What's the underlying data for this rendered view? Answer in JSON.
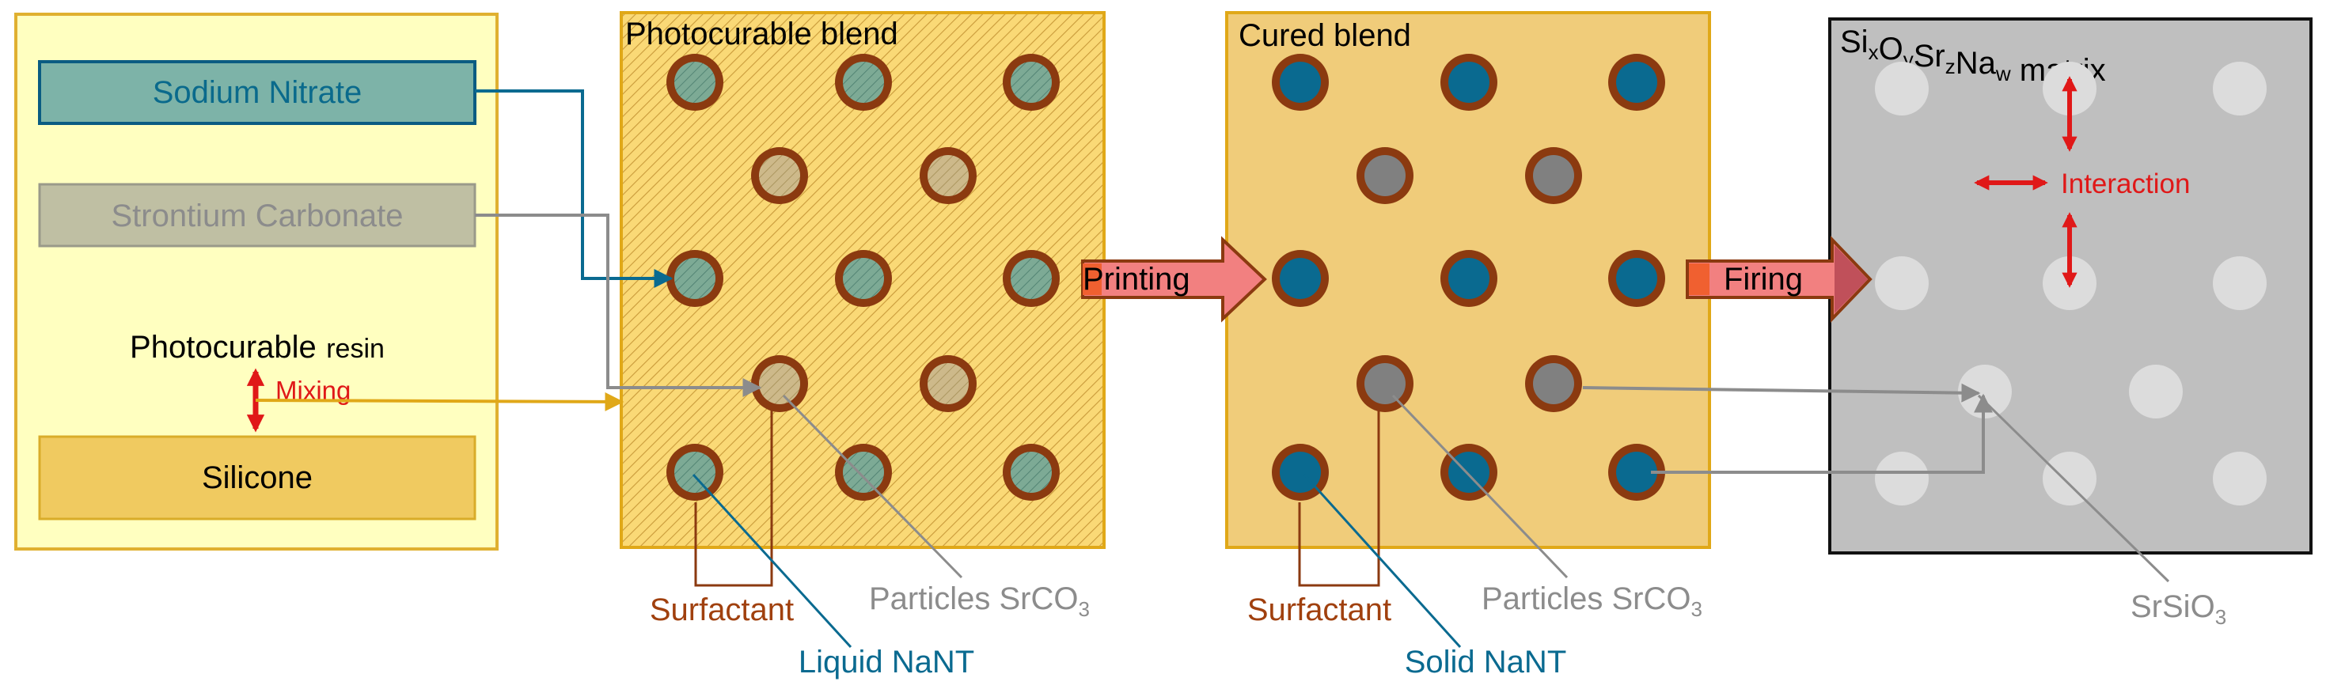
{
  "colors": {
    "ingredients_panel": "#FFFFC0",
    "ingredients_border": "#E0B030",
    "sodium_box": "#7DB3A8",
    "sodium_border": "#0A5C82",
    "sodium_text": "#0A6A8C",
    "strontium_box": "#BFBFA3",
    "strontium_text": "#8C8C8C",
    "silicone_box": "#F0CA60",
    "blend_bg": "#FAD976",
    "blend_hatch": "#C99A3A",
    "cured_bg": "#F0CC7A",
    "matrix_bg": "#BFBFBF",
    "matrix_border": "#111111",
    "shell": "#8B3A10",
    "core_liquid": "#7DAA95",
    "core_sr": "#CDB98A",
    "core_solid": "#0A6A90",
    "core_sr_cured": "#808080",
    "matrix_dot": "#DCDCDC",
    "arrow_blue": "#0A6A90",
    "arrow_gray": "#8C8C8C",
    "arrow_gold": "#E0A818",
    "arrow_red": "#E01818",
    "process_arrow_fill": "#F28080",
    "process_arrow_stroke": "#8B3A10",
    "process_arrow_head": "#F06030",
    "surfactant_text": "#A0400E"
  },
  "ingredients": {
    "sodium_nitrate": "Sodium Nitrate",
    "strontium_carbonate": "Strontium Carbonate",
    "photocurable_word": "Photocurable",
    "resin_word": "resin",
    "mixing": "Mixing",
    "silicone": "Silicone"
  },
  "panels": {
    "photocurable_blend": "Photocurable blend",
    "cured_blend": "Cured blend",
    "matrix": {
      "parts": [
        {
          "text": "Si",
          "sub": "x"
        },
        {
          "text": "O",
          "sub": "y"
        },
        {
          "text": "Sr",
          "sub": "z"
        },
        {
          "text": "Na",
          "sub": "w"
        }
      ],
      "suffix": " matrix"
    }
  },
  "process": {
    "printing": "Printing",
    "firing": "Firing",
    "interaction": "Interaction"
  },
  "labels": {
    "surfactant_1": "Surfactant",
    "particles_1": {
      "text": "Particles SrCO",
      "sub": "3"
    },
    "liquid_nant": "Liquid NaNT",
    "surfactant_2": "Surfactant",
    "particles_2": {
      "text": "Particles SrCO",
      "sub": "3"
    },
    "solid_nant": "Solid NaNT",
    "srsio3": {
      "text": "SrSiO",
      "sub": "3"
    }
  }
}
